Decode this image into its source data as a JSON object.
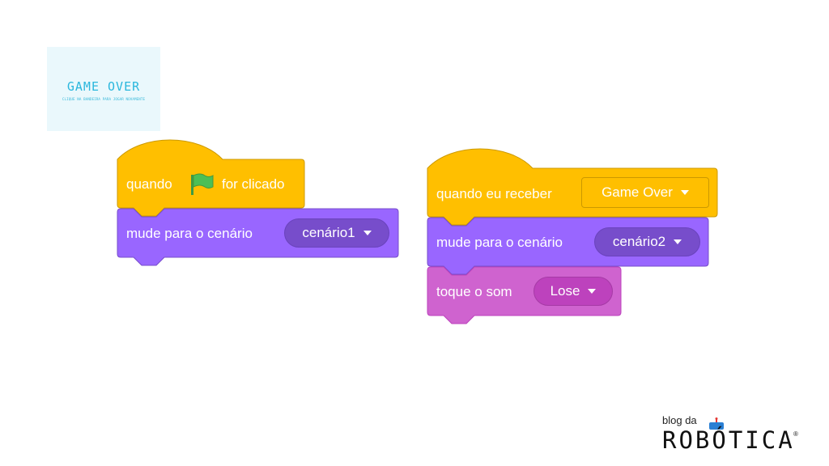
{
  "thumbnail": {
    "title": "GAME OVER",
    "subtitle": "CLIQUE NA BANDEIRA PARA JOGAR NOVAMENTE"
  },
  "script1": {
    "hat_label_1": "quando",
    "hat_label_2": "for clicado",
    "switch_label": "mude para o cenário",
    "switch_value": "cenário1"
  },
  "script2": {
    "hat_label": "quando eu receber",
    "hat_value": "Game Over",
    "switch_label": "mude para o cenário",
    "switch_value": "cenário2",
    "sound_label": "toque o som",
    "sound_value": "Lose"
  },
  "logo": {
    "small": "blog da",
    "big": "ROBÓTICA",
    "mark": "®"
  },
  "colors": {
    "events": "#ffbf00",
    "looks": "#9966ff",
    "sound": "#cf63cf",
    "flag": "#4cbf56"
  },
  "icons": {
    "flag": "green-flag-icon",
    "caret": "caret-down-icon"
  }
}
